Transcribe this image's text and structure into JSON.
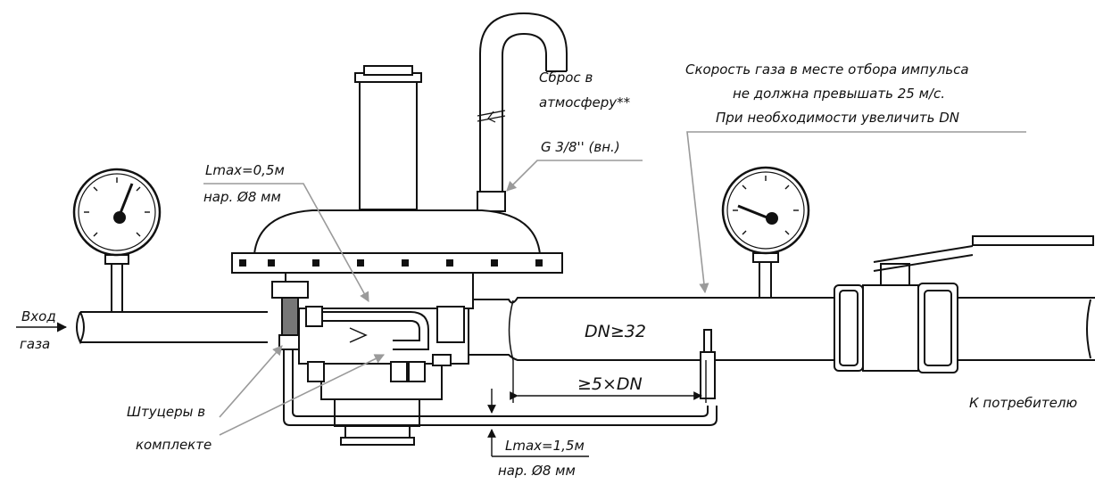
{
  "diagram": {
    "labels": {
      "inlet_line1": "Вход",
      "inlet_line2": "газа",
      "vent_line1": "Сброс в",
      "vent_line2": "атмосферу**",
      "velocity_line1": "Скорость газа в месте отбора импульса",
      "velocity_line2": "не должна превышать 25 м/с.",
      "velocity_line3": "При необходимости увеличить DN",
      "thread": "G 3/8'' (вн.)",
      "impulse_short_line1": "Lmax=0,5м",
      "impulse_short_line2": "нар. Ø8 мм",
      "pipe_dn": "DN≥32",
      "distance": "≥5×DN",
      "fittings_line1": "Штуцеры в",
      "fittings_line2": "комплекте",
      "consumer": "К потребителю",
      "impulse_long_line1": "Lmax=1,5м",
      "impulse_long_line2": "нар. Ø8 мм"
    },
    "colors": {
      "line": "#111111",
      "leader": "#9a9a9a",
      "tube": "#7a7a7a"
    }
  }
}
